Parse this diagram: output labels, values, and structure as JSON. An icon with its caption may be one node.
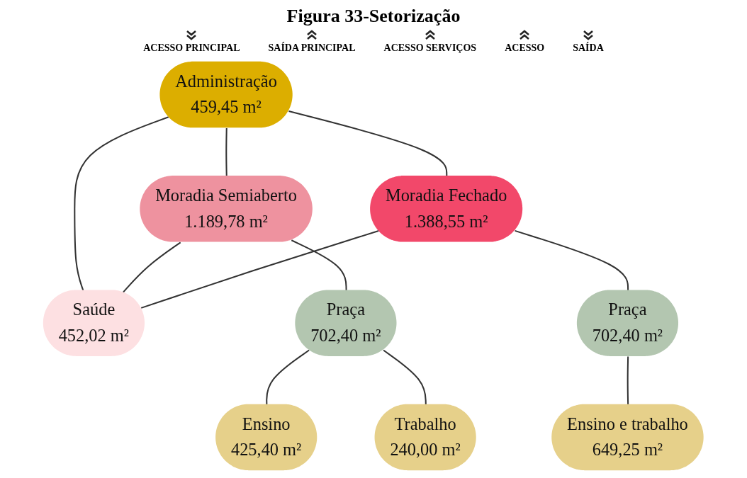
{
  "diagram": {
    "title": "Figura 33-Setorização",
    "nodes": [
      {
        "text": [
          "Administração",
          "459,45 m²"
        ]
      },
      {
        "text": [
          "Moradia Semiaberto",
          "1.189,78 m²"
        ]
      },
      {
        "text": [
          "Moradia Fechado",
          "1.388,55 m²"
        ]
      },
      {
        "text": [
          "Saúde",
          "452,02 m²"
        ]
      },
      {
        "text": [
          "Praça",
          "702,40 m²"
        ]
      },
      {
        "text": [
          "Praça",
          "702,40 m²"
        ]
      },
      {
        "text": [
          "Ensino",
          "425,40 m²"
        ]
      },
      {
        "text": [
          "Trabalho",
          "240,00 m²"
        ]
      },
      {
        "text": [
          "Ensino e trabalho",
          "649,25 m²"
        ]
      }
    ],
    "edges": [
      {
        "from": 0,
        "to": 1,
        "arrow": "none"
      },
      {
        "from": 0,
        "to": 2,
        "arrow": "none"
      },
      {
        "from": 0,
        "to": 3,
        "arrow": "none"
      },
      {
        "from": 1,
        "to": 3,
        "arrow": "none"
      },
      {
        "from": 2,
        "to": 3,
        "arrow": "none"
      },
      {
        "from": 1,
        "to": 4,
        "arrow": "none"
      },
      {
        "from": 4,
        "to": 6,
        "arrow": "none"
      },
      {
        "from": 4,
        "to": 7,
        "arrow": "none"
      },
      {
        "from": 2,
        "to": 5,
        "arrow": "none"
      },
      {
        "from": 5,
        "to": 8,
        "arrow": "none"
      }
    ],
    "labels": [
      "ACESSO PRINCIPAL",
      "SAÍDA PRINCIPAL",
      "ACESSO SERVIÇOS",
      "ACESSO",
      "SAÍDA"
    ]
  }
}
